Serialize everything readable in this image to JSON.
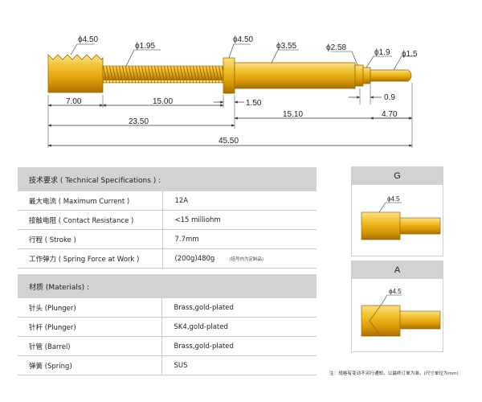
{
  "drawing": {
    "diameters": {
      "d_head": "ϕ4.50",
      "d_spring": "ϕ1.95",
      "d_collar": "ϕ4.50",
      "d_barrel": "ϕ3.55",
      "d_step": "ϕ2.58",
      "d_neck": "ϕ1.9",
      "d_tip": "ϕ1.5"
    },
    "lengths": {
      "l_head": "7.00",
      "l_spring": "15.00",
      "l_collar": "1.50",
      "l_barrel": "15.10",
      "l_plunger_gap": "0.9",
      "l_tip": "4.70",
      "l_overall_front": "23.50",
      "l_total": "45.50"
    }
  },
  "spec_table": {
    "header": "技术要求 ( Technical Specifications ) :",
    "rows": [
      {
        "label": "最大电流 ( Maximum Current )",
        "value": "12A",
        "note": ""
      },
      {
        "label": "接触电阻 ( Contact Resistance )",
        "value": "<15 milliohm",
        "note": ""
      },
      {
        "label": "行程 ( Stroke )",
        "value": "7.7mm",
        "note": ""
      },
      {
        "label": "工作弹力 ( Spring Force at Work )",
        "value": "(200g)480g",
        "note": "(括号内为定制品)"
      }
    ]
  },
  "materials_table": {
    "header": "材质 (Materials) :",
    "rows": [
      {
        "label": "针头 (Plunger)",
        "value": "Brass,gold-plated"
      },
      {
        "label": "针杆 (Plunger)",
        "value": "SK4,gold-plated"
      },
      {
        "label": "针管 (Barrel)",
        "value": "Brass,gold-plated"
      },
      {
        "label": "弹簧 (Spring)",
        "value": "SUS"
      }
    ]
  },
  "head_options": [
    {
      "code": "G",
      "diameter": "ϕ4.5"
    },
    {
      "code": "A",
      "diameter": "ϕ4.5"
    }
  ],
  "footnote": "注：规格有变动不另行通知，以最终订单为准。(尺寸单位为mm)",
  "colors": {
    "gold_light": "#f7cf4a",
    "gold_mid": "#e2a90d",
    "gold_dark": "#b37a00",
    "header_bg": "#d2d2d2"
  }
}
